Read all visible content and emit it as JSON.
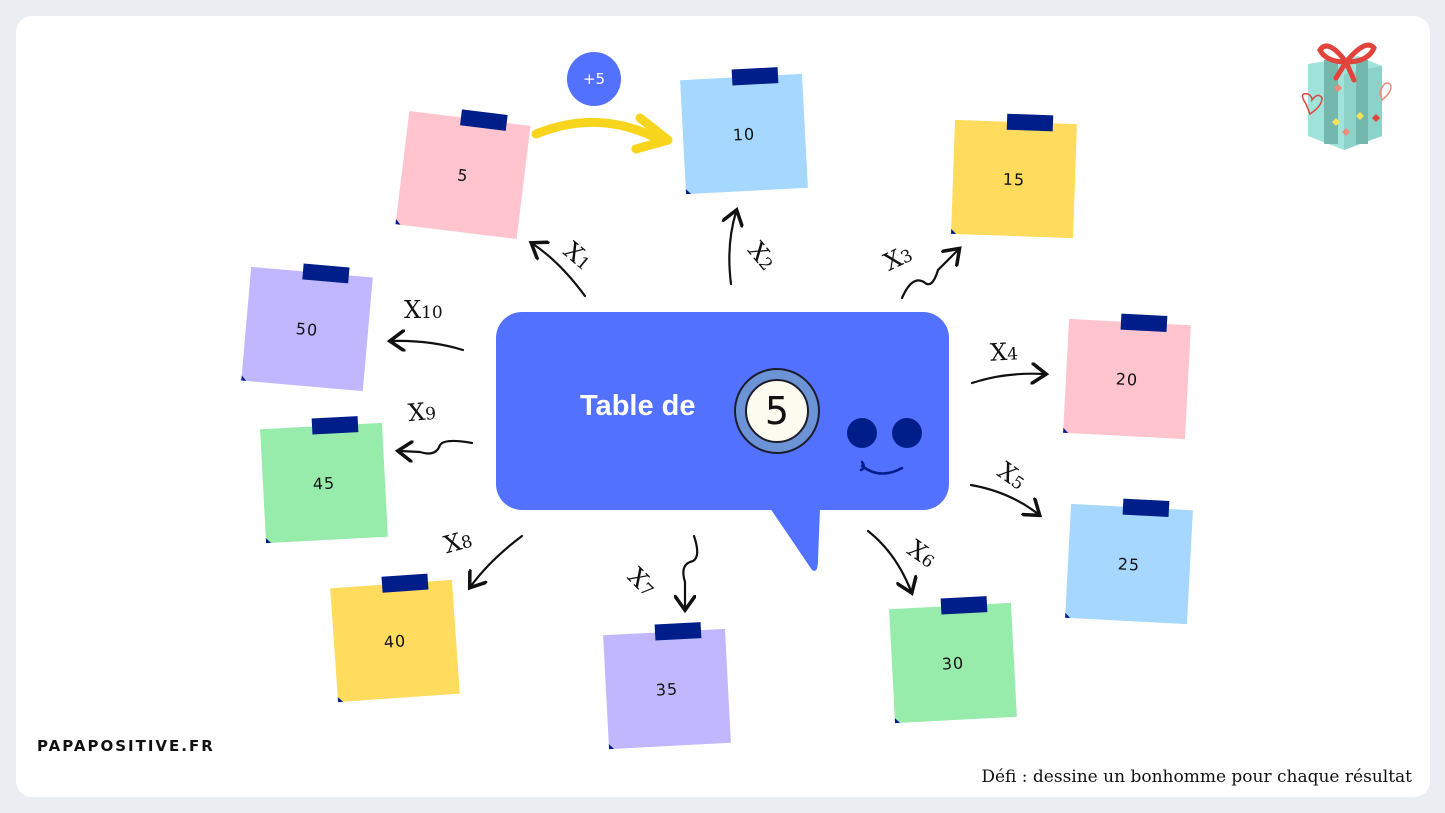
{
  "title": {
    "prefix": "Table de",
    "number": "5"
  },
  "badge": {
    "label": "+5"
  },
  "notes": [
    {
      "multiplier": "X1",
      "base": "X",
      "sub": "1",
      "value": "5",
      "color": "#ffc4ce"
    },
    {
      "multiplier": "X2",
      "base": "X",
      "sub": "2",
      "value": "10",
      "color": "#a6d8ff"
    },
    {
      "multiplier": "X3",
      "base": "X",
      "sub": "3",
      "value": "15",
      "color": "#ffdb5e"
    },
    {
      "multiplier": "X4",
      "base": "X",
      "sub": "4",
      "value": "20",
      "color": "#ffc4ce"
    },
    {
      "multiplier": "X5",
      "base": "X",
      "sub": "5",
      "value": "25",
      "color": "#a6d8ff"
    },
    {
      "multiplier": "X6",
      "base": "X",
      "sub": "6",
      "value": "30",
      "color": "#98ecab"
    },
    {
      "multiplier": "X7",
      "base": "X",
      "sub": "7",
      "value": "35",
      "color": "#c0b7ff"
    },
    {
      "multiplier": "X8",
      "base": "X",
      "sub": "8",
      "value": "40",
      "color": "#ffdb5e"
    },
    {
      "multiplier": "X9",
      "base": "X",
      "sub": "9",
      "value": "45",
      "color": "#98ecab"
    },
    {
      "multiplier": "X10",
      "base": "X",
      "sub": "10",
      "value": "50",
      "color": "#c0b7ff"
    }
  ],
  "colors": {
    "bubble": "#5271ff",
    "tape": "#001e89",
    "yellow_arrow": "#f7d51d",
    "background": "#eaeef2"
  },
  "footer": {
    "brand": "PAPAPOSITIVE.FR",
    "challenge": "Défi : dessine un bonhomme pour chaque résultat"
  },
  "decor": {
    "gift": "gift-box-icon"
  }
}
